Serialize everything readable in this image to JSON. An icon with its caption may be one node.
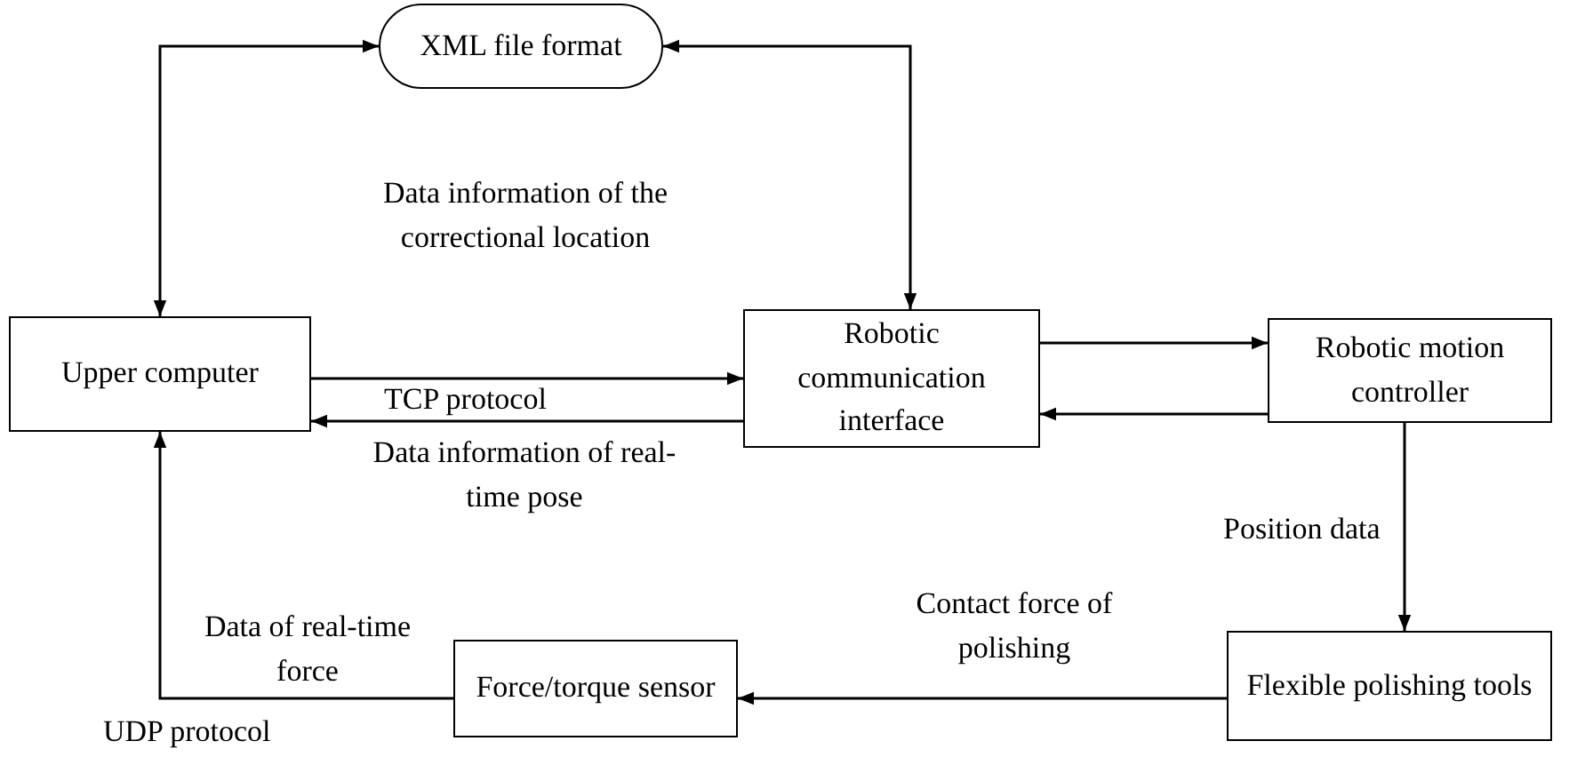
{
  "diagram": {
    "nodes": [
      {
        "text": [
          "XML file format"
        ]
      },
      {
        "text": [
          "Upper computer"
        ]
      },
      {
        "text": [
          "Robotic communication interface"
        ]
      },
      {
        "text": [
          "Robotic motion controller"
        ]
      },
      {
        "text": [
          "Flexible polishing tools"
        ]
      },
      {
        "text": [
          "Force/torque sensor"
        ]
      }
    ],
    "edges": [
      {
        "from": 0,
        "to": 1,
        "arrow": "both"
      },
      {
        "from": 0,
        "to": 2,
        "arrow": "both"
      },
      {
        "from": 1,
        "to": 2,
        "arrow": "to",
        "label": "Data information of the correctional location"
      },
      {
        "from": 2,
        "to": 1,
        "arrow": "to",
        "label": "Data information of real-time pose"
      },
      {
        "from": 2,
        "to": 3,
        "arrow": "to"
      },
      {
        "from": 3,
        "to": 2,
        "arrow": "to"
      },
      {
        "from": 3,
        "to": 4,
        "arrow": "to",
        "label": "Position data"
      },
      {
        "from": 4,
        "to": 5,
        "arrow": "to",
        "label": "Contact force of polishing"
      },
      {
        "from": 5,
        "to": 1,
        "arrow": "to",
        "label": "Data of real-time force"
      }
    ],
    "labels": [
      "TCP protocol",
      "UDP protocol"
    ]
  }
}
